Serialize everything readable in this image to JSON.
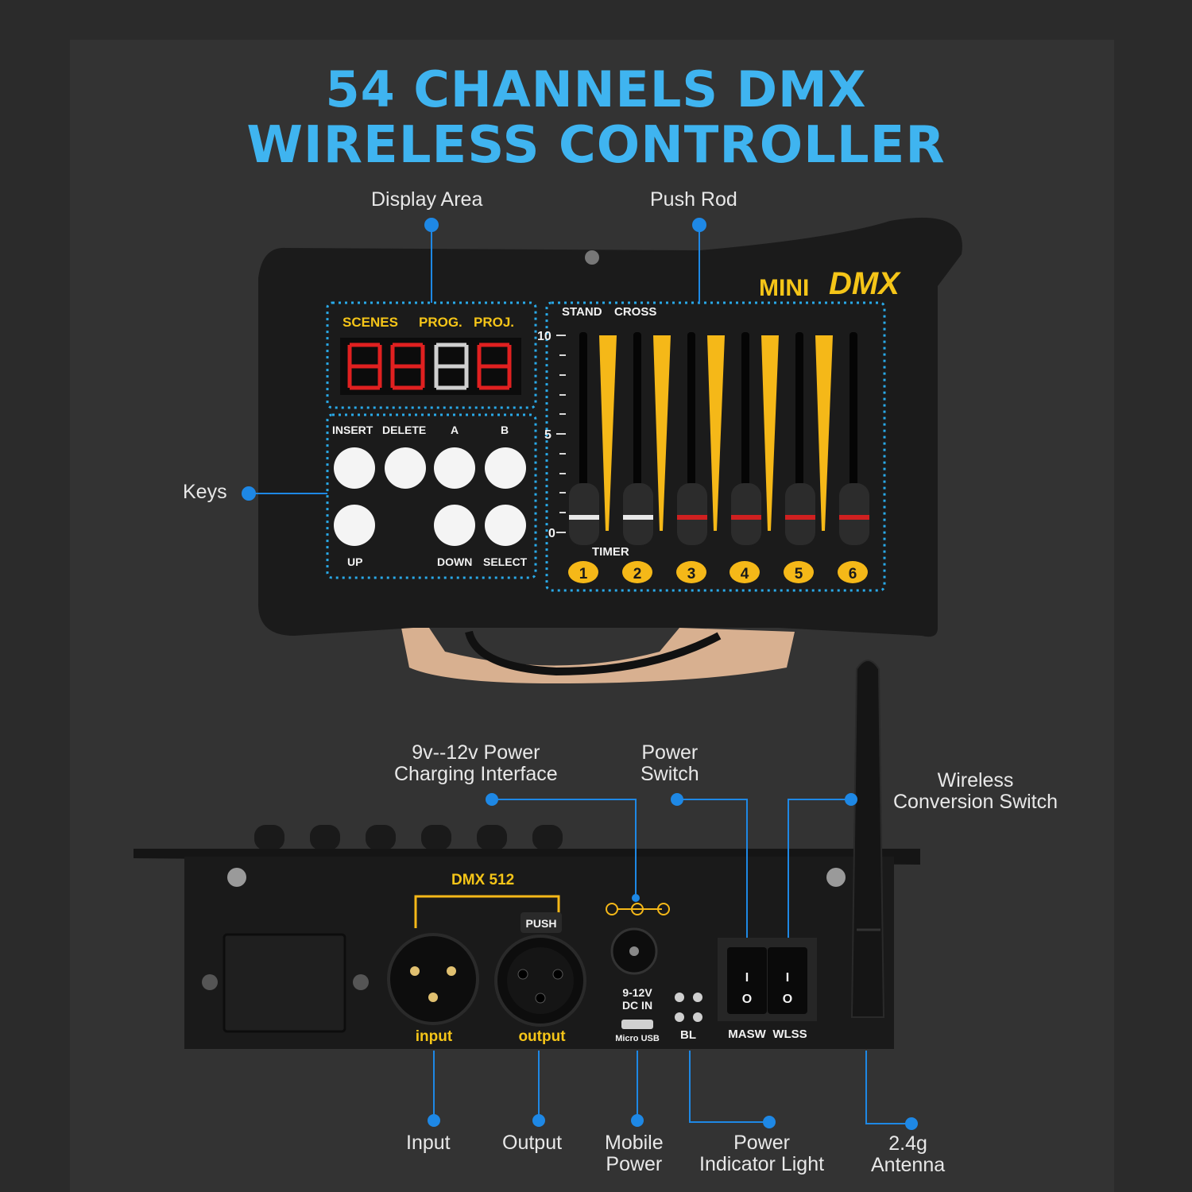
{
  "title": {
    "line1": "54 CHANNELS DMX",
    "line2": "WIRELESS CONTROLLER"
  },
  "top_callouts": {
    "display_area": "Display Area",
    "push_rod": "Push Rod",
    "keys": "Keys"
  },
  "device_top": {
    "brand_mini": "MINI",
    "brand_dmx": "DMX",
    "display_labels": [
      "SCENES",
      "PROG.",
      "PROJ."
    ],
    "slider_labels": [
      "STAND",
      "CROSS"
    ],
    "scale": [
      "10",
      "5",
      "0"
    ],
    "timer_label": "TIMER",
    "keys_top_labels": [
      "INSERT",
      "DELETE",
      "A",
      "B"
    ],
    "keys_bottom_labels": [
      "UP",
      "DOWN",
      "SELECT"
    ],
    "channels": [
      "1",
      "2",
      "3",
      "4",
      "5",
      "6"
    ]
  },
  "bottom_callouts": {
    "charging": "9v--12v Power\nCharging Interface",
    "power_switch": "Power\nSwitch",
    "wireless_switch": "Wireless\nConversion Switch",
    "input": "Input",
    "output": "Output",
    "mobile_power": "Mobile\nPower",
    "power_indicator": "Power\nIndicator Light",
    "antenna": "2.4g\nAntenna"
  },
  "device_back": {
    "dmx512": "DMX  512",
    "push": "PUSH",
    "input": "input",
    "output": "output",
    "dc_in": "9-12V\nDC IN",
    "micro_usb": "Micro USB",
    "bl": "BL",
    "masw": "MASW",
    "wlss": "WLSS",
    "switch_glyph_on": "I",
    "switch_glyph_off": "O"
  },
  "colors": {
    "accent_blue": "#3fb4f0",
    "line_blue": "#1e88e5",
    "gold": "#f5c518",
    "device_black": "#1a1a1a"
  }
}
